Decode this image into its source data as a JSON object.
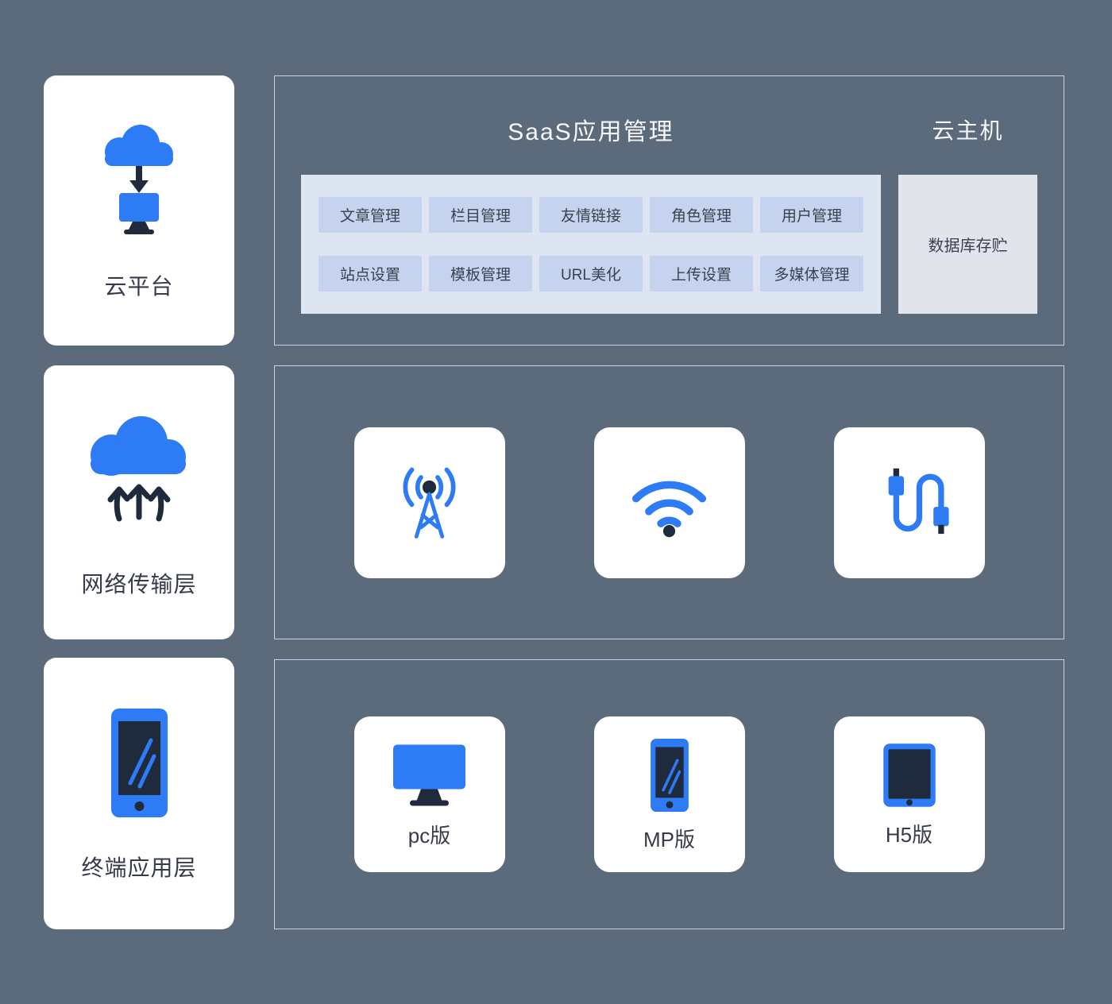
{
  "layers": [
    {
      "label": "云平台",
      "icon": "cloud-download-monitor-icon"
    },
    {
      "label": "网络传输层",
      "icon": "cloud-upload-icon"
    },
    {
      "label": "终端应用层",
      "icon": "smartphone-icon"
    }
  ],
  "saas": {
    "title": "SaaS应用管理",
    "host_title": "云主机",
    "buttons_row1": [
      "文章管理",
      "栏目管理",
      "友情链接",
      "角色管理",
      "用户管理"
    ],
    "buttons_row2": [
      "站点设置",
      "模板管理",
      "URL美化",
      "上传设置",
      "多媒体管理"
    ],
    "database_label": "数据库存贮"
  },
  "network_layer_items": [
    {
      "icon": "radio-tower-icon"
    },
    {
      "icon": "wifi-icon"
    },
    {
      "icon": "usb-cable-icon"
    }
  ],
  "terminal_items": [
    {
      "label": "pc版",
      "icon": "desktop-monitor-icon"
    },
    {
      "label": "MP版",
      "icon": "mobile-phone-icon"
    },
    {
      "label": "H5版",
      "icon": "tablet-icon"
    }
  ],
  "colors": {
    "background": "#5b6b7b",
    "accent_blue": "#2e7bf6",
    "dark_navy": "#1f2b3d",
    "panel_bg": "#dde4f2",
    "button_bg": "#c6d3ef",
    "db_box_bg": "#e1e4eb",
    "card_bg": "#ffffff"
  }
}
